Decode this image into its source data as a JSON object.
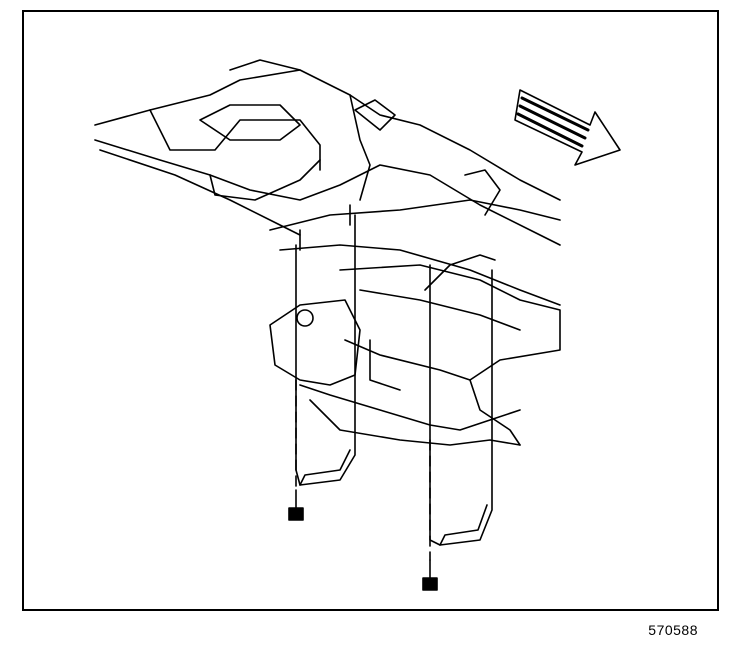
{
  "figure": {
    "number": "570588",
    "icons": [
      "frame-rail-assembly",
      "fuel-tank",
      "shield-strap",
      "bolt",
      "forward-direction-arrow"
    ]
  }
}
